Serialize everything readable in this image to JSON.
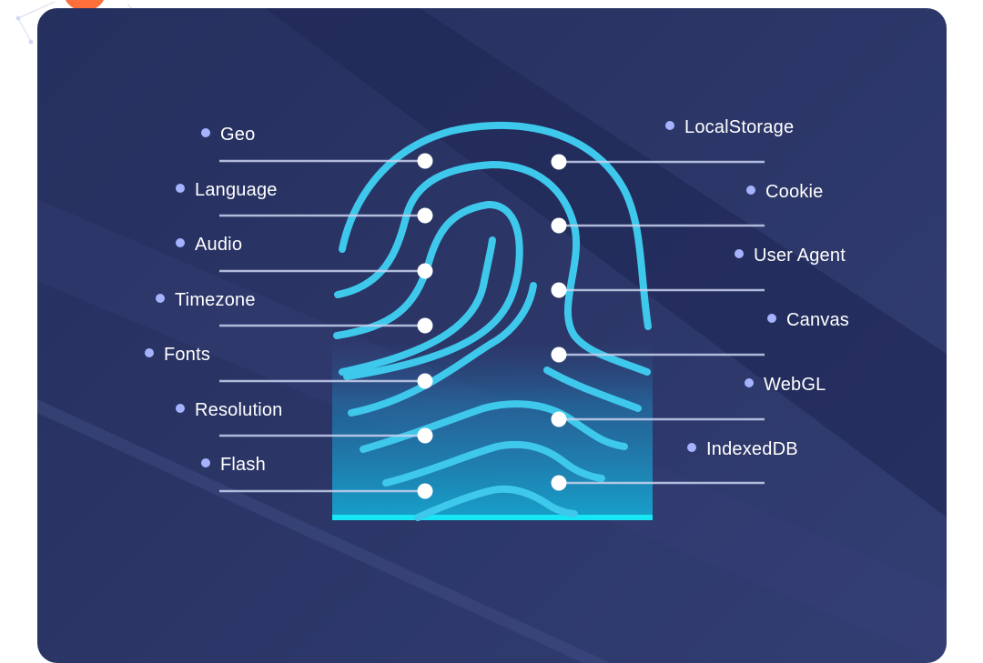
{
  "diagram": {
    "left_labels": [
      {
        "id": "geo",
        "text": "Geo"
      },
      {
        "id": "language",
        "text": "Language"
      },
      {
        "id": "audio",
        "text": "Audio"
      },
      {
        "id": "timezone",
        "text": "Timezone"
      },
      {
        "id": "fonts",
        "text": "Fonts"
      },
      {
        "id": "resolution",
        "text": "Resolution"
      },
      {
        "id": "flash",
        "text": "Flash"
      }
    ],
    "right_labels": [
      {
        "id": "localstorage",
        "text": "LocalStorage"
      },
      {
        "id": "cookie",
        "text": "Cookie"
      },
      {
        "id": "user-agent",
        "text": "User Agent"
      },
      {
        "id": "canvas",
        "text": "Canvas"
      },
      {
        "id": "webgl",
        "text": "WebGL"
      },
      {
        "id": "indexeddb",
        "text": "IndexedDB"
      }
    ],
    "icon": "fingerprint-icon",
    "colors": {
      "background": "#2b3566",
      "fingerprint": "#3ec8ec",
      "bullet": "#a5b3ff",
      "connector": "#c9d2ef",
      "scan_glow": "#17e6f5",
      "accent_orb": "#ff6f3c"
    }
  }
}
